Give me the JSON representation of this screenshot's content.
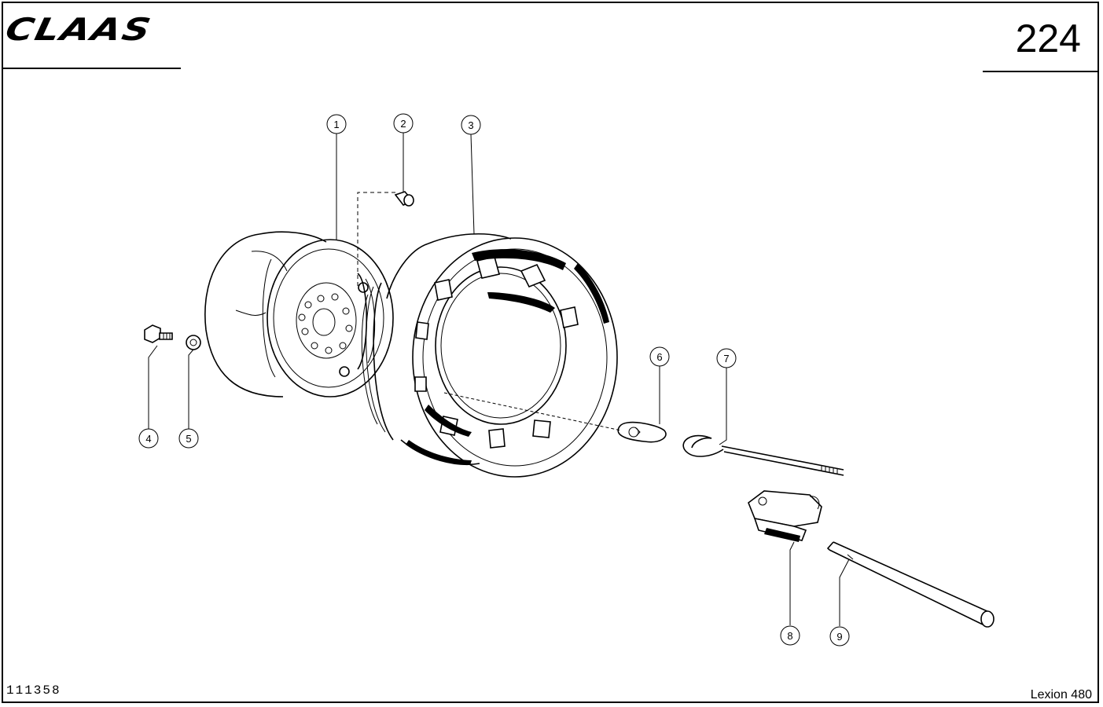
{
  "header": {
    "brand": "CLAAS",
    "page_number": "224"
  },
  "footer": {
    "drawing_number": "111358",
    "model": "Lexion 480"
  },
  "callouts": [
    "1",
    "2",
    "3",
    "4",
    "5",
    "6",
    "7",
    "8",
    "9"
  ]
}
